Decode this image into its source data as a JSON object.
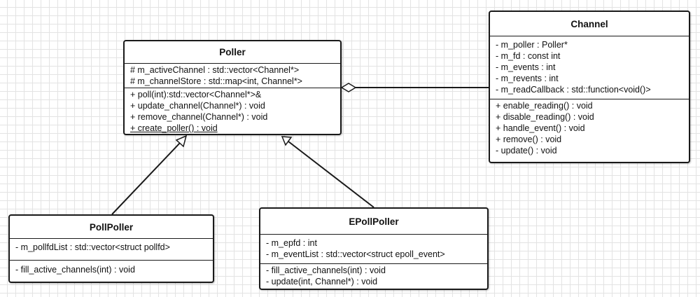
{
  "colors": {
    "line": "#1a1a1a",
    "box_fill": "#ffffff",
    "grid": "#e3e3e3"
  },
  "classes": {
    "poller": {
      "name": "Poller",
      "attributes": [
        "# m_activeChannel : std::vector<Channel*>",
        "# m_channelStore : std::map<int, Channel*>"
      ],
      "operations": [
        "+ poll(int):std::vector<Channel*>&",
        "+ update_channel(Channel*) : void",
        "+ remove_channel(Channel*) : void",
        "+ create_poller() : void"
      ]
    },
    "channel": {
      "name": "Channel",
      "attributes": [
        "- m_poller : Poller*",
        "- m_fd : const int",
        "- m_events : int",
        "- m_revents : int",
        "- m_readCallback : std::function<void()>"
      ],
      "operations": [
        "+ enable_reading() : void",
        "+ disable_reading() : void",
        "+ handle_event() : void",
        "+ remove() : void",
        "- update() : void"
      ]
    },
    "pollpoller": {
      "name": "PollPoller",
      "attributes": [
        "- m_pollfdList : std::vector<struct pollfd>"
      ],
      "operations": [
        "- fill_active_channels(int) : void"
      ]
    },
    "epollpoller": {
      "name": "EPollPoller",
      "attributes": [
        "- m_epfd : int",
        "- m_eventList : std::vector<struct epoll_event>"
      ],
      "operations": [
        "- fill_active_channels(int) : void",
        "- update(int, Channel*) : void"
      ]
    }
  }
}
